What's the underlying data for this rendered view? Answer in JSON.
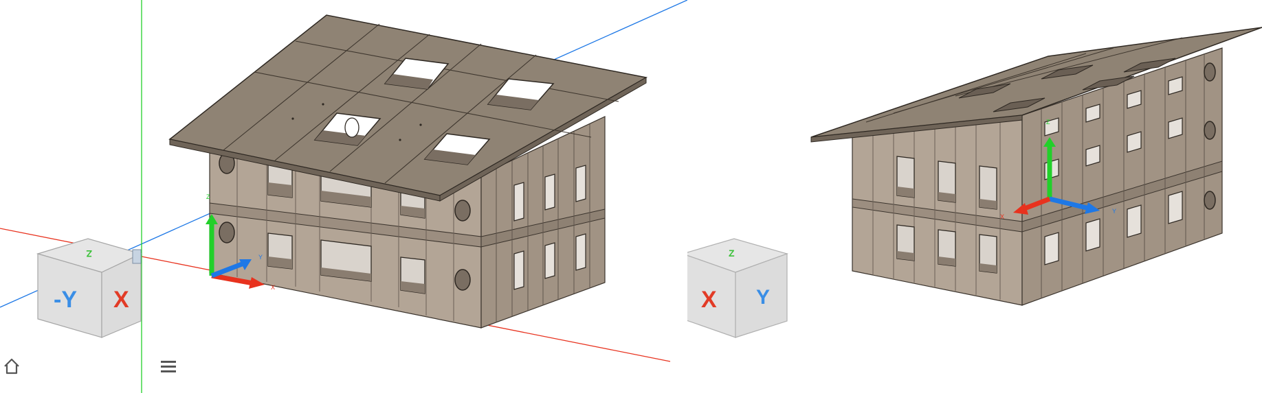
{
  "viewports": [
    {
      "name": "left-viewport",
      "viewcube": {
        "top": "Z",
        "left": "-Y",
        "right": "X"
      },
      "gizmo": {
        "x": "X",
        "y": "Y",
        "z": "Z"
      }
    },
    {
      "name": "right-viewport",
      "viewcube": {
        "top": "Z",
        "left": "X",
        "right": "Y"
      },
      "gizmo": {
        "x": "X",
        "y": "Y",
        "z": "Z"
      }
    }
  ],
  "toolbar": {
    "home_icon": "home-icon",
    "menu_icon": "hamburger-menu-icon"
  },
  "colors": {
    "x_axis": "#e8321e",
    "y_axis": "#1e78e6",
    "z_axis": "#22d02a",
    "wood_light": "#b3a596",
    "wood_mid": "#9c8e80",
    "wood_dark": "#8a7d70",
    "roof": "#8f8374",
    "cube_face": "#e4e4e4"
  }
}
